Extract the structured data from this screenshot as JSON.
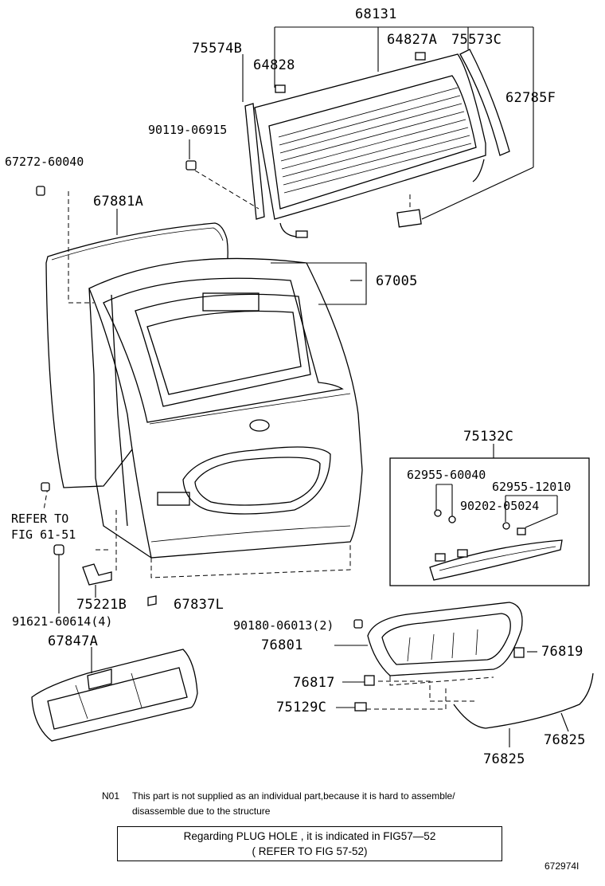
{
  "labels": {
    "p68131": "68131",
    "p64827A": "64827A",
    "p75573C": "75573C",
    "p75574B": "75574B",
    "p64828": "64828",
    "p62785F": "62785F",
    "p90119": "90119-06915",
    "p67272": "67272-60040",
    "p67881A": "67881A",
    "p67005": "67005",
    "p75132C": "75132C",
    "p62955a": "62955-60040",
    "p62955b": "62955-12010",
    "p90202": "90202-05024",
    "ref1": "REFER TO",
    "ref2": "FIG 61-51",
    "p75221B": "75221B",
    "p67837L": "67837L",
    "p91621": "91621-60614(4)",
    "p90180": "90180-06013(2)",
    "p76801": "76801",
    "p76819": "76819",
    "p67847A": "67847A",
    "p76817": "76817",
    "p75129C": "75129C",
    "p76825a": "76825",
    "p76825b": "76825"
  },
  "note": {
    "code": "N01",
    "line1": "This part is not supplied as an individual part,because it is hard to assemble/",
    "line2": "disassemble due to the structure"
  },
  "box": {
    "line1": "Regarding PLUG HOLE , it is indicated in FIG57—52",
    "line2": "( REFER TO FIG 57-52)"
  },
  "figure_id": "672974I"
}
